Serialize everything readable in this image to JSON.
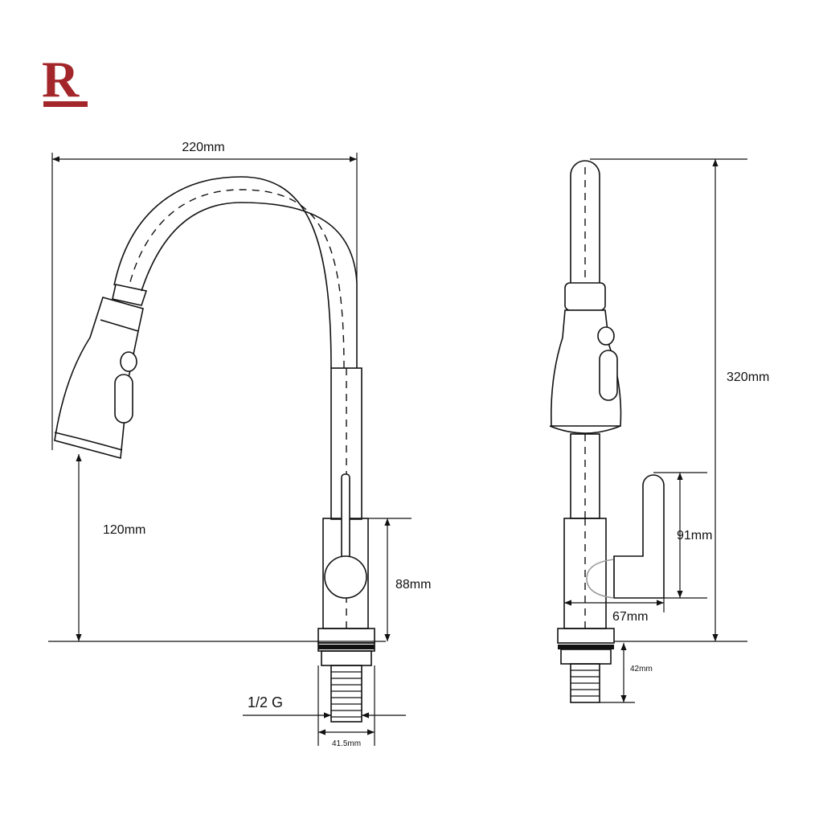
{
  "logo": {
    "letter": "R",
    "color": "#a3262a"
  },
  "front_view": {
    "width_label": "220mm",
    "spout_height_label": "120mm",
    "body_height_label": "88mm",
    "thread_label": "1/2 G",
    "thread_width_label": "41.5mm"
  },
  "side_view": {
    "total_height_label": "320mm",
    "handle_height_label": "91mm",
    "handle_depth_label": "67mm",
    "shank_length_label": "42mm"
  },
  "colors": {
    "line": "#111111",
    "background": "#ffffff",
    "accent": "#a3262a"
  }
}
